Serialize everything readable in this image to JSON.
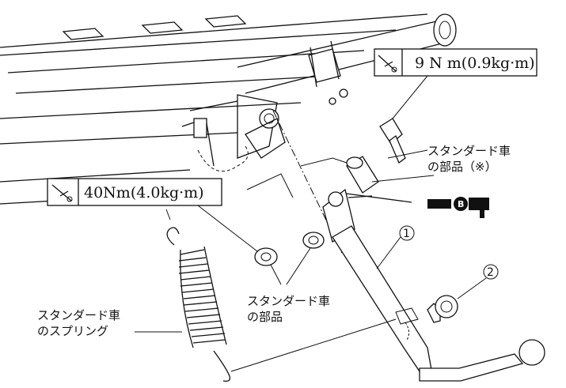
{
  "torque_top": {
    "value": "9 N m(0.9kg·m)",
    "icon": "torque-wrench-icon"
  },
  "torque_left": {
    "value": "40Nm(4.0kg·m)",
    "icon": "torque-wrench-icon"
  },
  "labels": {
    "stand_parts_top_line1": "スタンダード車",
    "stand_parts_top_line2": "の部品（※）",
    "stand_parts_mid_line1": "スタンダード車",
    "stand_parts_mid_line2": "の部品",
    "spring_line1": "スタンダード車",
    "spring_line2": "のスプリング"
  },
  "callouts": {
    "one": "1",
    "two": "2"
  },
  "grease_mark": "B"
}
